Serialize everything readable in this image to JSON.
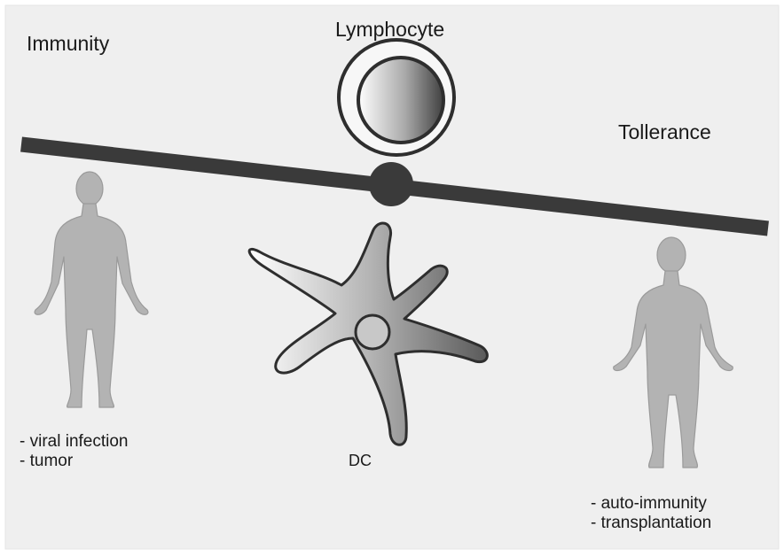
{
  "labels": {
    "immunity": "Immunity",
    "lymphocyte": "Lymphocyte",
    "tolerance": "Tollerance",
    "dc": "DC"
  },
  "immunity_conditions": [
    "- viral infection",
    "- tumor"
  ],
  "tolerance_conditions": [
    "- auto-immunity",
    "- transplantation"
  ],
  "colors": {
    "background": "#efefef",
    "beam": "#3a3a3a",
    "figure": "#b3b3b3",
    "cell_dark": "#6e6e6e",
    "cell_light": "#f5f5f5"
  }
}
